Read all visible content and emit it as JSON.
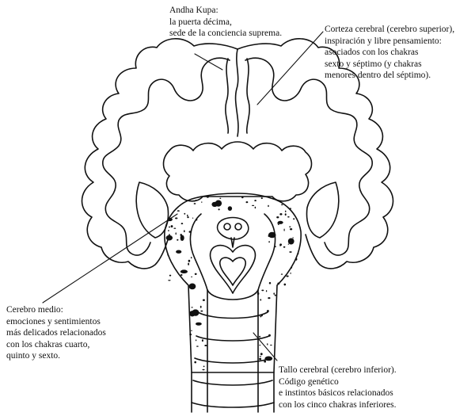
{
  "labels": {
    "andha": {
      "lines": [
        "Andha Kupa:",
        "la puerta décima,",
        "sede de la conciencia suprema."
      ]
    },
    "corteza": {
      "lines": [
        "Corteza cerebral (cerebro superior),",
        "inspiración y libre pensamiento:",
        "asociados con los chakras",
        "sexto y séptimo (y chakras",
        "menores dentro del séptimo)."
      ]
    },
    "medio": {
      "lines": [
        "Cerebro medio:",
        "emociones y sentimientos",
        "más delicados relacionados",
        "con los chakras cuarto,",
        "quinto y sexto."
      ]
    },
    "tallo": {
      "lines": [
        "Tallo cerebral (cerebro inferior).",
        "Código genético",
        "e instintos básicos relacionados",
        "con los cinco chakras inferiores."
      ]
    }
  },
  "colors": {
    "ink": "#111111",
    "paper": "#ffffff"
  }
}
